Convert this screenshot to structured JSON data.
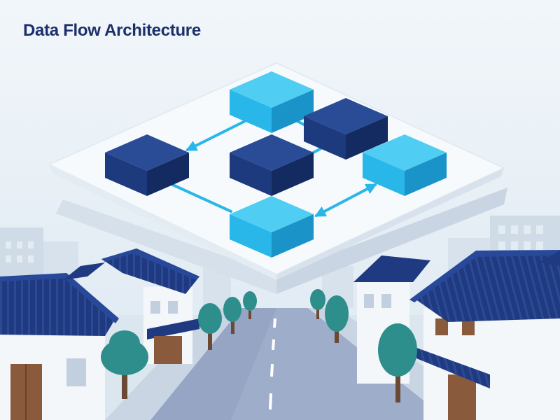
{
  "header": {
    "title": "Data Flow Architecture"
  },
  "colors": {
    "sky": "#e6eef5",
    "node_light": "#29b6e8",
    "node_light_top": "#4fcdf2",
    "node_light_side": "#1a93c9",
    "node_dark": "#1d3a7f",
    "node_dark_top": "#2a4b96",
    "node_dark_side": "#142b62",
    "arrow": "#29b6e8",
    "roof": "#1f3a80",
    "tree": "#2e8e8c",
    "road": "#9eadc9",
    "platform": "#ffffff"
  },
  "diagram": {
    "nodes": [
      {
        "id": "top-center",
        "shade": "light"
      },
      {
        "id": "right-upper",
        "shade": "dark"
      },
      {
        "id": "left",
        "shade": "dark"
      },
      {
        "id": "center",
        "shade": "dark"
      },
      {
        "id": "right",
        "shade": "light"
      },
      {
        "id": "bottom",
        "shade": "light"
      }
    ],
    "connections": [
      {
        "from": "top-center",
        "to": "left",
        "direction": "to-target"
      },
      {
        "from": "top-center",
        "to": "right-upper",
        "direction": "none"
      },
      {
        "from": "center",
        "to": "right-upper",
        "direction": "none"
      },
      {
        "from": "right-upper",
        "to": "right",
        "direction": "none"
      },
      {
        "from": "left",
        "to": "bottom",
        "direction": "none"
      },
      {
        "from": "bottom",
        "to": "right",
        "direction": "both"
      }
    ]
  }
}
